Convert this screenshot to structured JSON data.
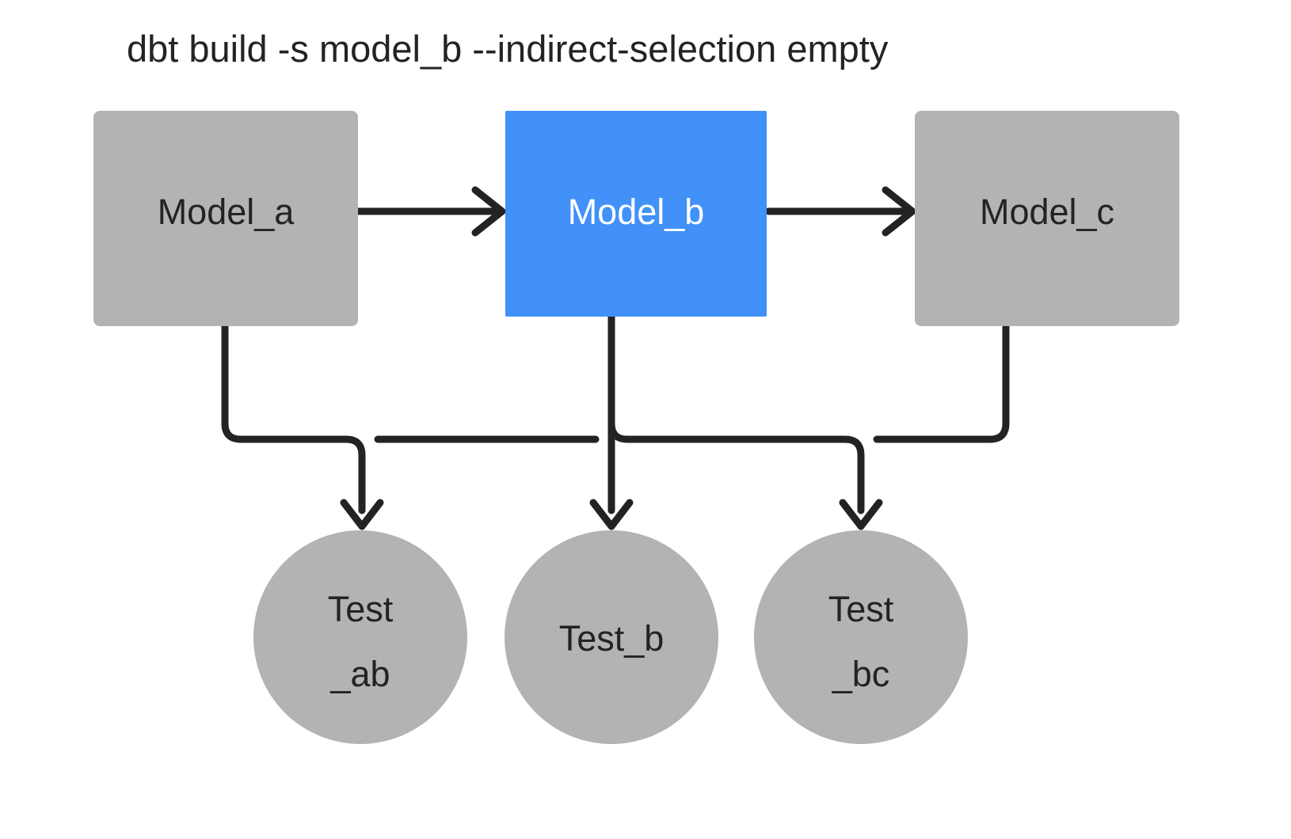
{
  "title": "dbt build -s model_b --indirect-selection empty",
  "colors": {
    "background": "#ffffff",
    "node_default": "#b3b3b3",
    "node_selected": "#4191f8",
    "edge": "#232323",
    "label_default": "#232323",
    "label_selected": "#ffffff"
  },
  "models": [
    {
      "id": "model_a",
      "label": "Model_a",
      "state": "unselected"
    },
    {
      "id": "model_b",
      "label": "Model_b",
      "state": "selected"
    },
    {
      "id": "model_c",
      "label": "Model_c",
      "state": "unselected"
    }
  ],
  "tests": [
    {
      "id": "test_ab",
      "line1": "Test",
      "line2": "_ab",
      "state": "unselected"
    },
    {
      "id": "test_b",
      "line1": "Test_b",
      "line2": "",
      "state": "unselected"
    },
    {
      "id": "test_bc",
      "line1": "Test",
      "line2": "_bc",
      "state": "unselected"
    }
  ],
  "edges": [
    {
      "id": "model_a-to-model_b",
      "from": "model_a",
      "to": "model_b",
      "kind": "arrow"
    },
    {
      "id": "model_b-to-model_c",
      "from": "model_b",
      "to": "model_c",
      "kind": "arrow"
    },
    {
      "id": "model_a-to-test_ab",
      "from": "model_a",
      "to": "test_ab",
      "kind": "arrow"
    },
    {
      "id": "model_b-to-test_ab",
      "from": "model_b",
      "to": "test_ab",
      "kind": "arrow"
    },
    {
      "id": "model_b-to-test_b",
      "from": "model_b",
      "to": "test_b",
      "kind": "arrow"
    },
    {
      "id": "model_b-to-test_bc",
      "from": "model_b",
      "to": "test_bc",
      "kind": "arrow"
    },
    {
      "id": "model_c-to-test_bc",
      "from": "model_c",
      "to": "test_bc",
      "kind": "arrow"
    }
  ]
}
